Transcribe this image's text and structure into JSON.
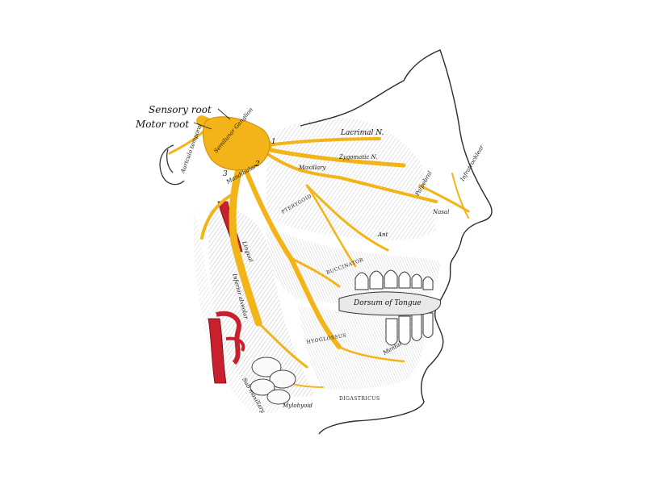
{
  "labels": {
    "sensory_root": "Sensory root",
    "motor_root": "Motor root",
    "semilunar_ganglion": "Semilunar Ganglion",
    "lacrimal": "Lacrimal N.",
    "zygomatic": "Zygomatic N.",
    "maxillary": "Maxillary",
    "mandibular": "Mandibular",
    "auriculo_temporal": "Auriculo temporal",
    "nasal": "Nasal",
    "palpebral": "Palpebral",
    "infratrochlear": "Infratrochlear",
    "lingual": "Lingual",
    "inferior_alveolar": "Inferior alveolar",
    "dorsum_of_tongue": "Dorsum of Tongue",
    "mental": "Mental",
    "digastricus": "DIGASTRICUS",
    "hyoglossus": "HYOGLOSSUS",
    "mylohyoid": "Mylohyoid",
    "sub_maxillary": "Sub maxillary",
    "ant": "Ant",
    "buccinator": "BUCCINATOR",
    "pterygoid": "PTERYGOID",
    "num_1": "1",
    "num_2": "2",
    "num_3": "3"
  },
  "colors": {
    "nerve": "#f2b418",
    "nerve_dark": "#c98a06",
    "artery": "#c8202c",
    "line": "#2a2a2a"
  }
}
